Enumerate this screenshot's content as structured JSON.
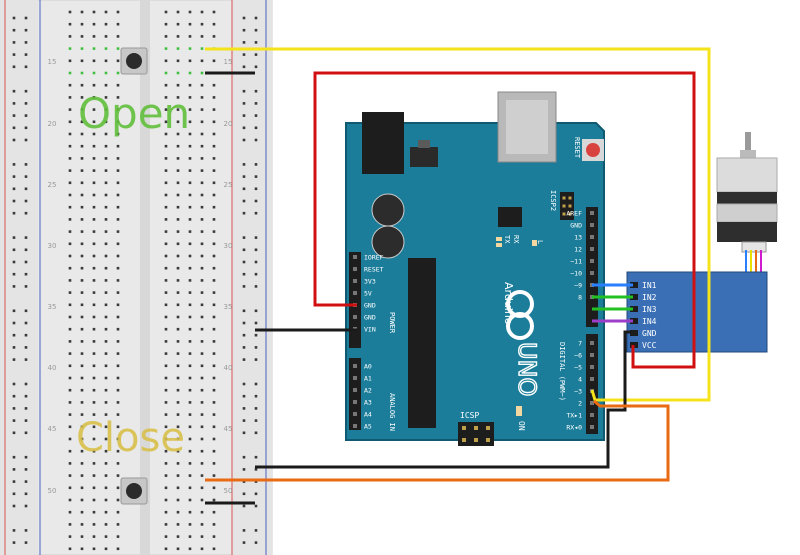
{
  "labels": {
    "open": "Open",
    "close": "Close",
    "open_color": "#5fbf3a",
    "close_color": "#d8c04a"
  },
  "breadboard": {
    "row_numbers": [
      "15",
      "20",
      "25",
      "30",
      "35",
      "40",
      "45",
      "50"
    ],
    "colors": {
      "board": "#e9e9e9",
      "channel": "#dcdcdc",
      "rail_red": "#d9534f",
      "rail_blue": "#4a5fc1",
      "hole": "#3a3a3a",
      "active_hole": "#3fbf3f"
    }
  },
  "arduino": {
    "brand": "Arduino",
    "model": "UNO",
    "reset_label": "RESET",
    "icsp2_label": "ICSP2",
    "icsp_label": "ICSP",
    "tx_label": "TX",
    "rx_label": "RX",
    "l_label": "L",
    "on_label": "ON",
    "power_header_title": "POWER",
    "analog_header_title": "ANALOG IN",
    "digital_header_title": "DIGITAL (PWM~)",
    "power_pins": [
      "IOREF",
      "RESET",
      "3V3",
      "5V",
      "GND",
      "GND",
      "VIN"
    ],
    "analog_pins": [
      "A0",
      "A1",
      "A2",
      "A3",
      "A4",
      "A5"
    ],
    "digital_upper_pins": [
      "AREF",
      "GND",
      "13",
      "12",
      "~11",
      "~10",
      "~9",
      "8"
    ],
    "digital_lower_pins": [
      "7",
      "~6",
      "~5",
      "4",
      "~3",
      "2",
      "TX▸1",
      "RX◂0"
    ],
    "colors": {
      "board": "#1b7d9a",
      "board_edge": "#0f5a70",
      "silk": "#ffffff"
    }
  },
  "driver": {
    "pins": [
      "IN1",
      "IN2",
      "IN3",
      "IN4",
      "GND",
      "VCC"
    ],
    "color": "#3a6fb5"
  },
  "wires": {
    "yellow": "#f4e21a",
    "red": "#d01010",
    "black": "#1a1a1a",
    "orange": "#e86a12",
    "blue": "#2a7fff",
    "green": "#22c022",
    "purple": "#9c3fc8"
  }
}
